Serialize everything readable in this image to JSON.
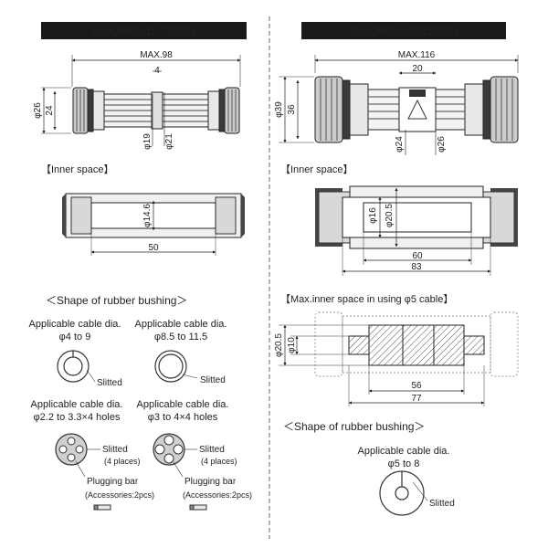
{
  "left": {
    "title": "OA-QW09/11**SRSN",
    "max_length": "MAX.98",
    "dim_4": "4",
    "dim_phi26": "φ26",
    "dim_24": "24",
    "dim_phi19": "φ19",
    "dim_phi21": "φ21",
    "inner_space": "【Inner space】",
    "inner_dia": "φ14.6",
    "inner_len": "50",
    "bushing_heading": "＜Shape of rubber bushing＞",
    "b1_title": "Applicable cable dia.",
    "b1_range": "φ4 to 9",
    "b1_slit": "Slitted",
    "b2_title": "Applicable cable dia.",
    "b2_range": "φ8.5 to 11.5",
    "b2_slit": "Slitted",
    "b3_title": "Applicable cable dia.",
    "b3_range": "φ2.2 to 3.3×4 holes",
    "b3_slit": "Slitted",
    "b3_places": "(4 places)",
    "b3_plug": "Plugging bar",
    "b3_acc": "(Accessories:2pcs)",
    "b4_title": "Applicable cable dia.",
    "b4_range": "φ3 to 4×4 holes",
    "b4_slit": "Slitted",
    "b4_places": "(4 places)",
    "b4_plug": "Plugging bar",
    "b4_acc": "(Accessories:2pcs)"
  },
  "right": {
    "title": "OA-QW22-0801SRSN",
    "max_length": "MAX.116",
    "dim_20": "20",
    "dim_phi39": "φ39",
    "dim_36": "36",
    "dim_phi24": "φ24",
    "dim_phi26": "φ26",
    "inner_space": "【Inner space】",
    "inner_d16": "φ16",
    "inner_d205": "φ20.5",
    "inner_60": "60",
    "inner_83": "83",
    "max_inner_heading": "【Max.inner space in using φ5 cable】",
    "mi_d205": "φ20.5",
    "mi_d10": "φ10",
    "mi_56": "56",
    "mi_77": "77",
    "bushing_heading": "＜Shape of rubber bushing＞",
    "b_title": "Applicable cable dia.",
    "b_range": "φ5 to 8",
    "b_slit": "Slitted"
  }
}
